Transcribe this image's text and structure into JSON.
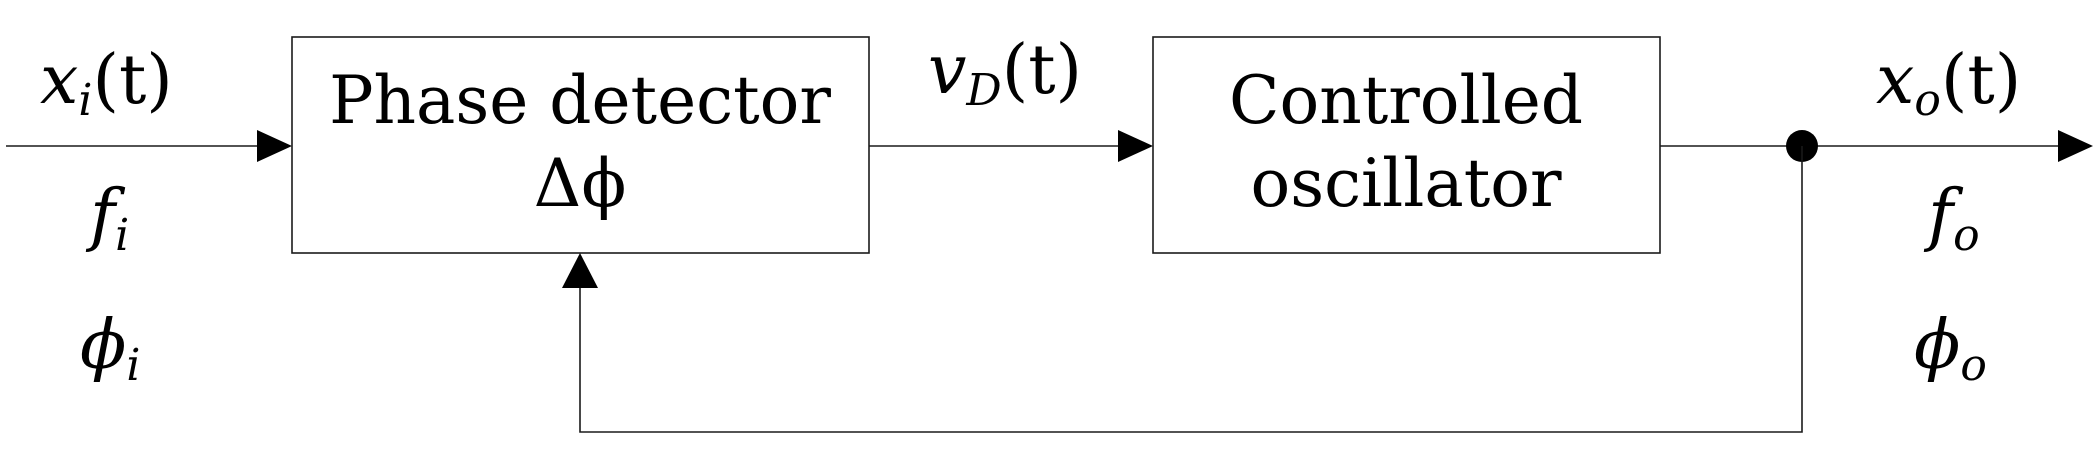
{
  "blocks": {
    "phase_detector": {
      "line1": "Phase detector",
      "line2": "Δϕ"
    },
    "controlled_oscillator": {
      "line1": "Controlled",
      "line2": "oscillator"
    }
  },
  "signals": {
    "input_signal": {
      "base": "x",
      "sub": "i",
      "arg": "(t)"
    },
    "input_frequency": {
      "base": "f",
      "sub": "i"
    },
    "input_phase": {
      "base": "ϕ",
      "sub": "i"
    },
    "detector_output": {
      "base": "v",
      "sub": "D",
      "arg": "(t)"
    },
    "output_signal": {
      "base": "x",
      "sub": "o",
      "arg": "(t)"
    },
    "output_frequency": {
      "base": "f",
      "sub": "o"
    },
    "output_phase": {
      "base": "ϕ",
      "sub": "o"
    }
  }
}
